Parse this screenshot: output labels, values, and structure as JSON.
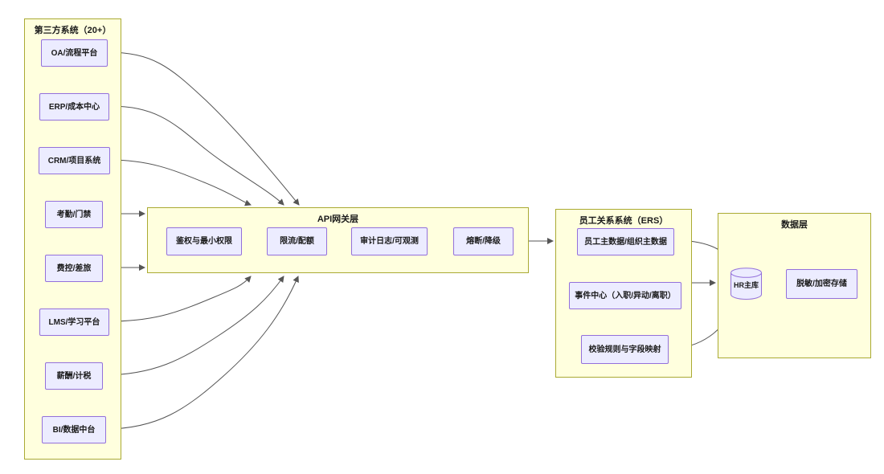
{
  "diagram": {
    "third_party": {
      "title": "第三方系统（20+）",
      "nodes": [
        {
          "label": "OA/流程平台"
        },
        {
          "label": "ERP/成本中心"
        },
        {
          "label": "CRM/项目系统"
        },
        {
          "label": "考勤/门禁"
        },
        {
          "label": "费控/差旅"
        },
        {
          "label": "LMS/学习平台"
        },
        {
          "label": "薪酬/计税"
        },
        {
          "label": "BI/数据中台"
        }
      ]
    },
    "gateway": {
      "title": "API网关层",
      "nodes": [
        {
          "label": "鉴权与最小权限"
        },
        {
          "label": "限流/配额"
        },
        {
          "label": "审计日志/可观测"
        },
        {
          "label": "熔断/降级"
        }
      ]
    },
    "ers": {
      "title": "员工关系系统（ERS）",
      "nodes": [
        {
          "label": "员工主数据/组织主数据"
        },
        {
          "label": "事件中心（入职/异动/离职）"
        },
        {
          "label": "校验规则与字段映射"
        }
      ]
    },
    "data_layer": {
      "title": "数据层",
      "db_label": "HR主库",
      "nodes": [
        {
          "label": "脱敏/加密存储"
        }
      ]
    },
    "colors": {
      "cluster_fill": "#ffffde",
      "cluster_border": "#aaaa33",
      "node_fill": "#ececff",
      "node_border": "#9370db",
      "edge": "#555555"
    }
  }
}
